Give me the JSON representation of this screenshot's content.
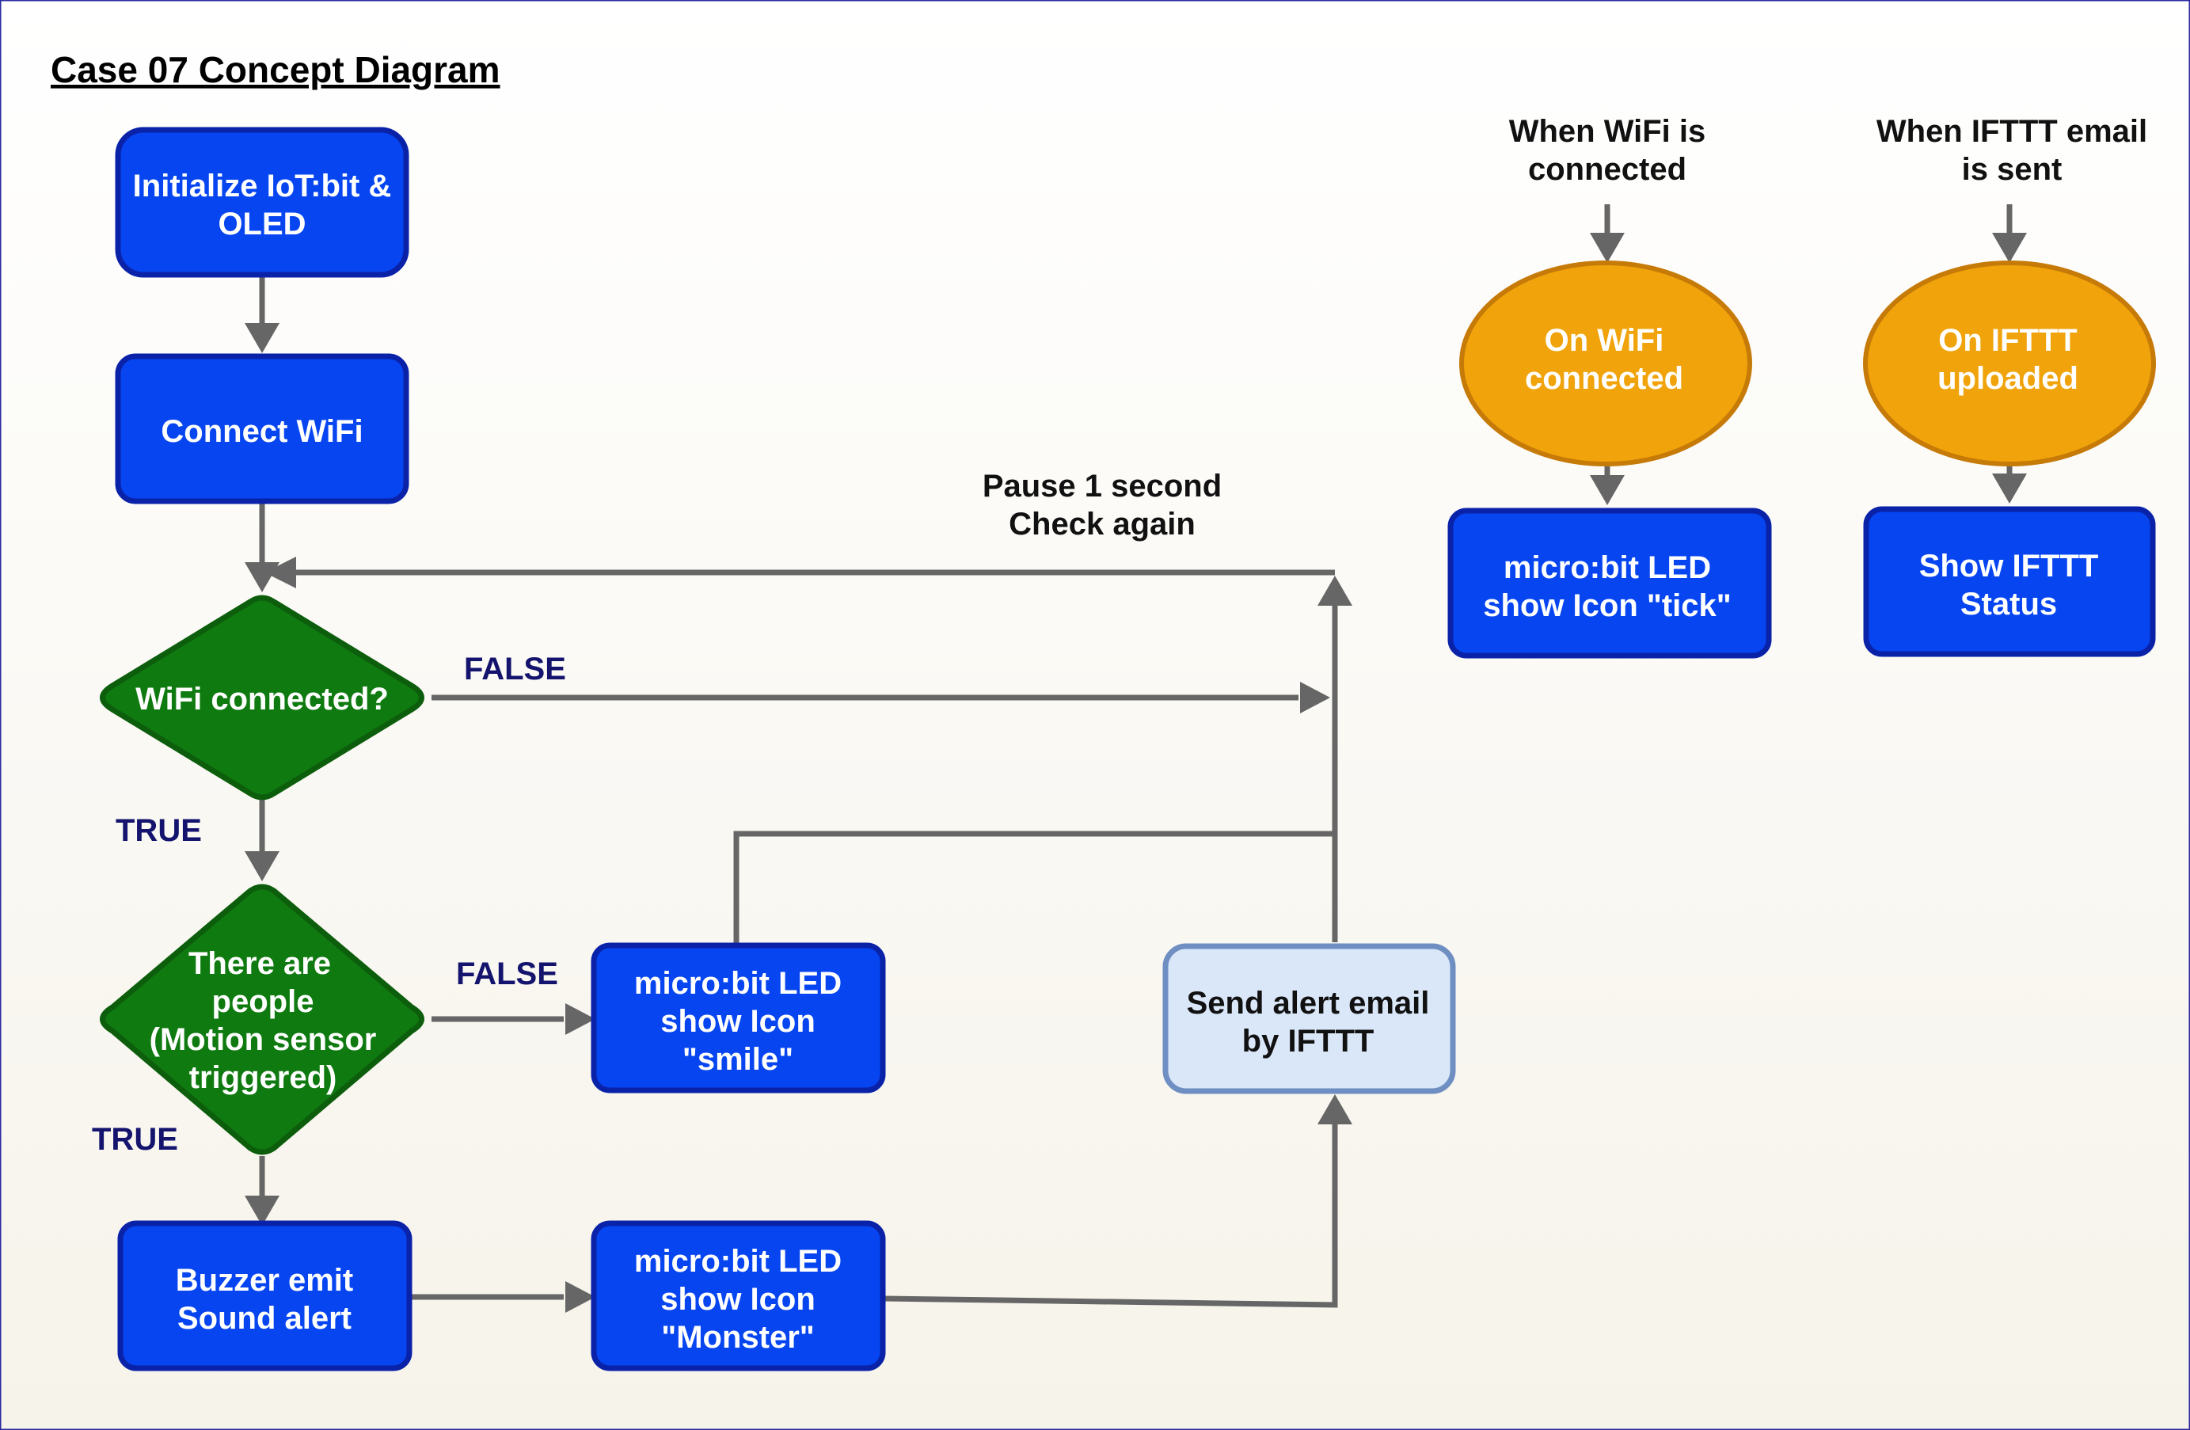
{
  "title": "Case 07 Concept Diagram",
  "colors": {
    "process_fill": "#0645f0",
    "process_border": "#0a22a8",
    "decision_fill": "#0f7a0f",
    "decision_border": "#0c5e0c",
    "event_fill": "#f0a30a",
    "event_border": "#c67a08",
    "alert_fill": "#dae7f8",
    "alert_border": "#6f8fc3",
    "arrow": "#666666",
    "branch_label": "#14146e"
  },
  "nodes": {
    "init": {
      "lines": [
        "Initialize IoT:bit &",
        "OLED"
      ]
    },
    "connect_wifi": {
      "lines": [
        "Connect WiFi"
      ]
    },
    "wifi_connected": {
      "lines": [
        "WiFi connected?"
      ]
    },
    "people": {
      "lines": [
        "There are",
        "people",
        "(Motion sensor",
        "triggered)"
      ]
    },
    "buzzer": {
      "lines": [
        "Buzzer emit",
        "Sound alert"
      ]
    },
    "led_smile": {
      "lines": [
        "micro:bit LED",
        "show Icon",
        "\"smile\""
      ]
    },
    "led_monster": {
      "lines": [
        "micro:bit LED",
        "show Icon",
        "\"Monster\""
      ]
    },
    "send_email": {
      "lines": [
        "Send alert email",
        "by IFTTT"
      ]
    },
    "on_wifi": {
      "lines": [
        "On WiFi",
        "connected"
      ]
    },
    "led_tick": {
      "lines": [
        "micro:bit LED",
        "show Icon \"tick\""
      ]
    },
    "on_ifttt": {
      "lines": [
        "On IFTTT",
        "uploaded"
      ]
    },
    "show_status": {
      "lines": [
        "Show IFTTT",
        "Status"
      ]
    }
  },
  "labels": {
    "pause": [
      "Pause 1 second",
      "Check again"
    ],
    "when_wifi": [
      "When WiFi is",
      "connected"
    ],
    "when_ifttt": [
      "When IFTTT email",
      "is sent"
    ],
    "false_1": "FALSE",
    "true_1": "TRUE",
    "false_2": "FALSE",
    "true_2": "TRUE"
  }
}
